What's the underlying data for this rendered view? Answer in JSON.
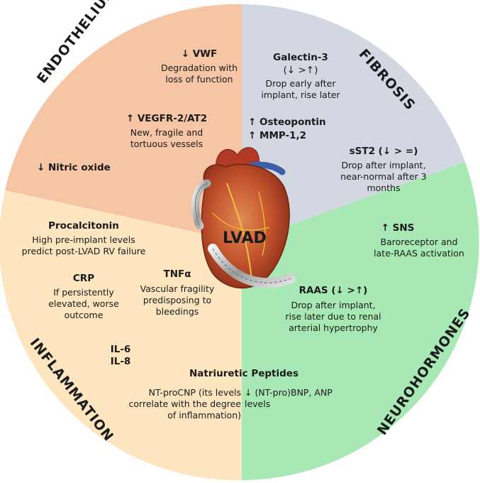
{
  "center": {
    "label": "LVAD"
  },
  "sectors": {
    "endothelium": {
      "title": "ENDOTHELIUM",
      "color": "#f5c5a6",
      "items": [
        {
          "title": "↓ VWF",
          "desc": [
            "Degradation with",
            "loss of function"
          ]
        },
        {
          "title": "↑ VEGFR-2/AT2",
          "desc": [
            "New, fragile and",
            "tortuous vessels"
          ]
        },
        {
          "title": "↓ Nitric oxide",
          "desc": []
        }
      ]
    },
    "fibrosis": {
      "title": "FIBROSIS",
      "color": "#d3d7e1",
      "items": [
        {
          "title": "Galectin-3",
          "title2": "(↓ >↑)",
          "desc": [
            "Drop early after",
            "implant, rise later"
          ]
        },
        {
          "title": "↑ Osteopontin",
          "title2": "↑ MMP-1,2",
          "desc": []
        },
        {
          "title": "sST2 (↓ > =)",
          "desc": [
            "Drop after implant,",
            "near-normal after 3",
            "months"
          ]
        }
      ]
    },
    "neurohormones": {
      "title": "NEUROHORMONES",
      "color": "#a8e8b4",
      "items": [
        {
          "title": "↑ SNS",
          "desc": [
            "Baroreceptor and",
            "late-RAAS activation"
          ]
        },
        {
          "title": "RAAS (↓ >↑)",
          "desc": [
            "Drop after implant,",
            "rise later due to renal",
            "arterial hypertrophy"
          ]
        },
        {
          "title": "",
          "desc": [
            "↓ (NT-pro)BNP, ANP",
            "levels"
          ]
        }
      ]
    },
    "inflammation": {
      "title": "INFLAMMATION",
      "color": "#fde5c0",
      "items": [
        {
          "title": "Procalcitonin",
          "desc": [
            "High pre-implant levels",
            "predict post-LVAD RV failure"
          ]
        },
        {
          "title": "CRP",
          "desc": [
            "If persistently",
            "elevated, worse",
            "outcome"
          ]
        },
        {
          "title": "TNFα",
          "desc": [
            "Vascular fragility",
            "predisposing to",
            "bleedings"
          ]
        },
        {
          "title": "IL-6",
          "title2": "IL-8",
          "desc": []
        },
        {
          "title": "Natriuretic Peptides",
          "desc": [
            "NT-proCNP (its levels",
            "correlate with the degree",
            "of inflammation)"
          ]
        }
      ]
    }
  }
}
